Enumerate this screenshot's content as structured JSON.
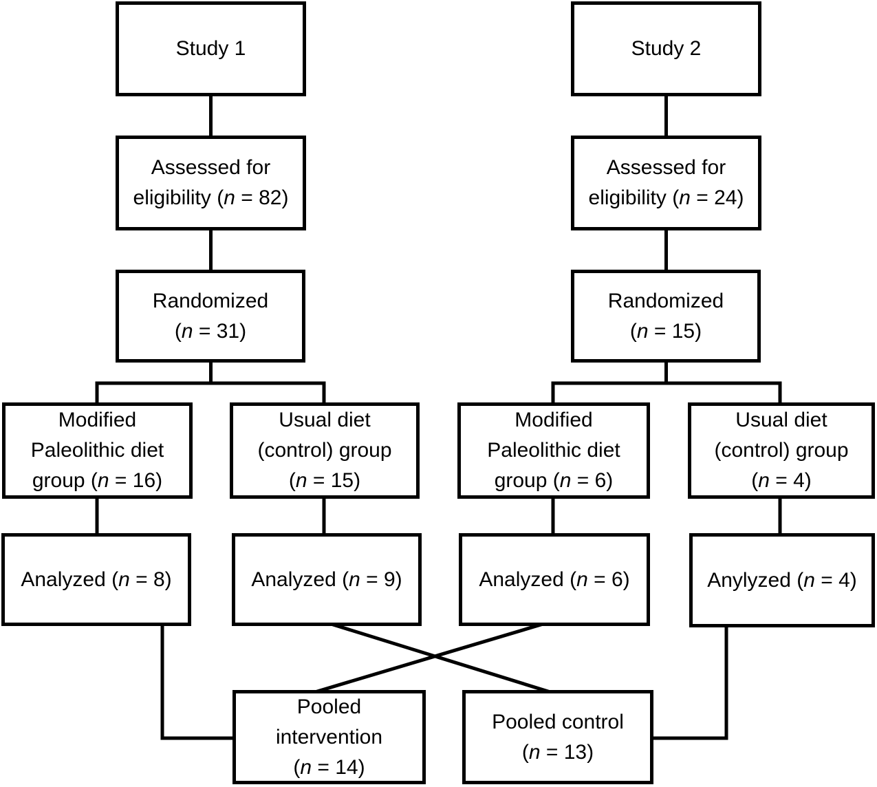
{
  "figure": {
    "title": "Study flow diagram (two pooled randomized studies)",
    "colors": {
      "background": "#ffffff",
      "box_border": "#000000",
      "text": "#000000",
      "connector": "#000000"
    }
  },
  "nodes": {
    "study1": {
      "lines": [
        {
          "pre": "Study 1"
        }
      ]
    },
    "study2": {
      "lines": [
        {
          "pre": "Study 2"
        }
      ]
    },
    "assessed1": {
      "lines": [
        {
          "pre": "Assessed for"
        },
        {
          "pre": "eligibility (",
          "n": "n",
          "post": " = 82)"
        }
      ]
    },
    "assessed2": {
      "lines": [
        {
          "pre": "Assessed for"
        },
        {
          "pre": "eligibility (",
          "n": "n",
          "post": " = 24)"
        }
      ]
    },
    "randomized1": {
      "lines": [
        {
          "pre": "Randomized"
        },
        {
          "pre": "(",
          "n": "n",
          "post": " = 31)"
        }
      ]
    },
    "randomized2": {
      "lines": [
        {
          "pre": "Randomized"
        },
        {
          "pre": "(",
          "n": "n",
          "post": " = 15)"
        }
      ]
    },
    "group1": {
      "lines": [
        {
          "pre": "Modified"
        },
        {
          "pre": "Paleolithic diet"
        },
        {
          "pre": "group (",
          "n": "n",
          "post": " = 16)"
        }
      ]
    },
    "group2": {
      "lines": [
        {
          "pre": "Usual diet"
        },
        {
          "pre": "(control) group"
        },
        {
          "pre": "(",
          "n": "n",
          "post": " = 15)"
        }
      ]
    },
    "group3": {
      "lines": [
        {
          "pre": "Modified"
        },
        {
          "pre": "Paleolithic diet"
        },
        {
          "pre": "group (",
          "n": "n",
          "post": " = 6)"
        }
      ]
    },
    "group4": {
      "lines": [
        {
          "pre": "Usual diet"
        },
        {
          "pre": "(control) group"
        },
        {
          "pre": "(",
          "n": "n",
          "post": " = 4)"
        }
      ]
    },
    "analyzed1": {
      "lines": [
        {
          "pre": "Analyzed (",
          "n": "n",
          "post": " = 8)"
        }
      ]
    },
    "analyzed2": {
      "lines": [
        {
          "pre": "Analyzed (",
          "n": "n",
          "post": " = 9)"
        }
      ]
    },
    "analyzed3": {
      "lines": [
        {
          "pre": "Analyzed (",
          "n": "n",
          "post": " = 6)"
        }
      ]
    },
    "analyzed4": {
      "lines": [
        {
          "pre": "Anylyzed (",
          "n": "n",
          "post": " = 4)"
        }
      ]
    },
    "pooled_intervention": {
      "lines": [
        {
          "pre": "Pooled"
        },
        {
          "pre": "intervention"
        },
        {
          "pre": "(",
          "n": "n",
          "post": " = 14)"
        }
      ]
    },
    "pooled_control": {
      "lines": [
        {
          "pre": "Pooled control"
        },
        {
          "pre": "(",
          "n": "n",
          "post": " = 13)"
        }
      ]
    }
  }
}
